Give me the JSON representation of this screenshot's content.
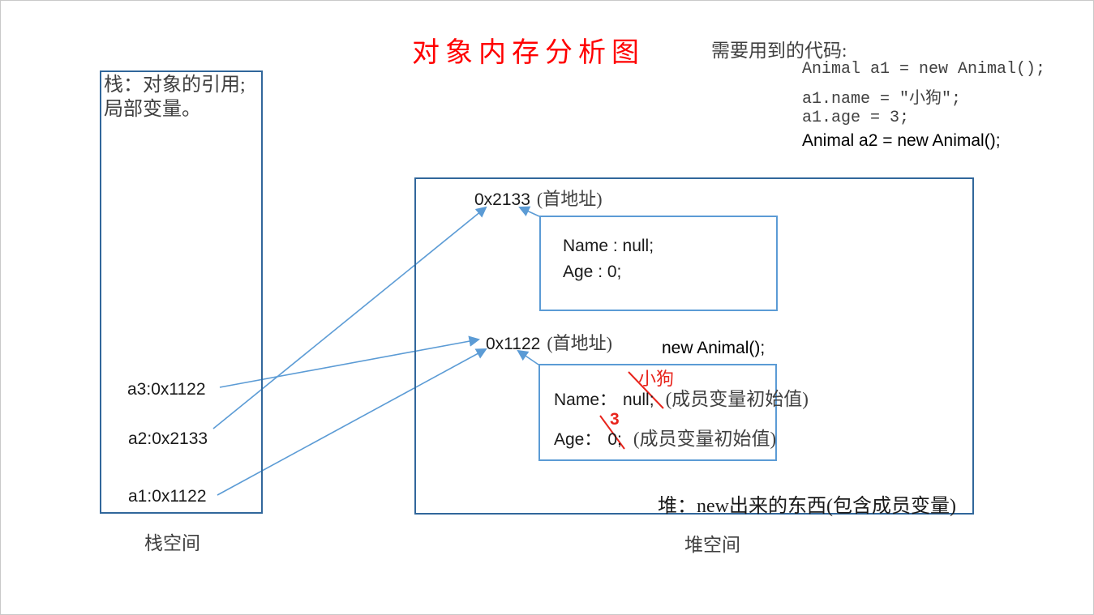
{
  "title": "对象内存分析图",
  "code_panel": {
    "header": "需要用到的代码:",
    "line1": "Animal a1 = new Animal();",
    "line2": "a1.name = ″小狗″;",
    "line3": "a1.age = 3;",
    "line4": "Animal a2 = new Animal();"
  },
  "stack": {
    "note_line1": "栈：对象的引用;",
    "note_line2": "局部变量。",
    "items": [
      {
        "label": "a3:0x1122"
      },
      {
        "label": "a2:0x2133"
      },
      {
        "label": "a1:0x1122"
      }
    ],
    "caption": "栈空间"
  },
  "heap": {
    "object1": {
      "address": "0x2133",
      "address_note": "(首地址)",
      "field1": "Name : null;",
      "field2": "Age : 0;"
    },
    "object2": {
      "address": "0x1122",
      "address_note": "(首地址)",
      "new_call": "new  Animal();",
      "field1_label": "Name：",
      "field1_value": "null;",
      "field1_note": "(成员变量初始值)",
      "field1_correction": "小狗",
      "field2_label": "Age：",
      "field2_value": "0;",
      "field2_note": "(成员变量初始值)",
      "field2_correction": "3"
    },
    "footer": "堆：new出来的东西(包含成员变量)",
    "caption": "堆空间"
  },
  "colors": {
    "title_red": "#FF0000",
    "outer_box_border": "#31679B",
    "inner_box_border": "#5B9BD5",
    "arrow_blue": "#5B9BD5",
    "correction_red": "#E8241C",
    "page_border": "#C9C9C9"
  }
}
